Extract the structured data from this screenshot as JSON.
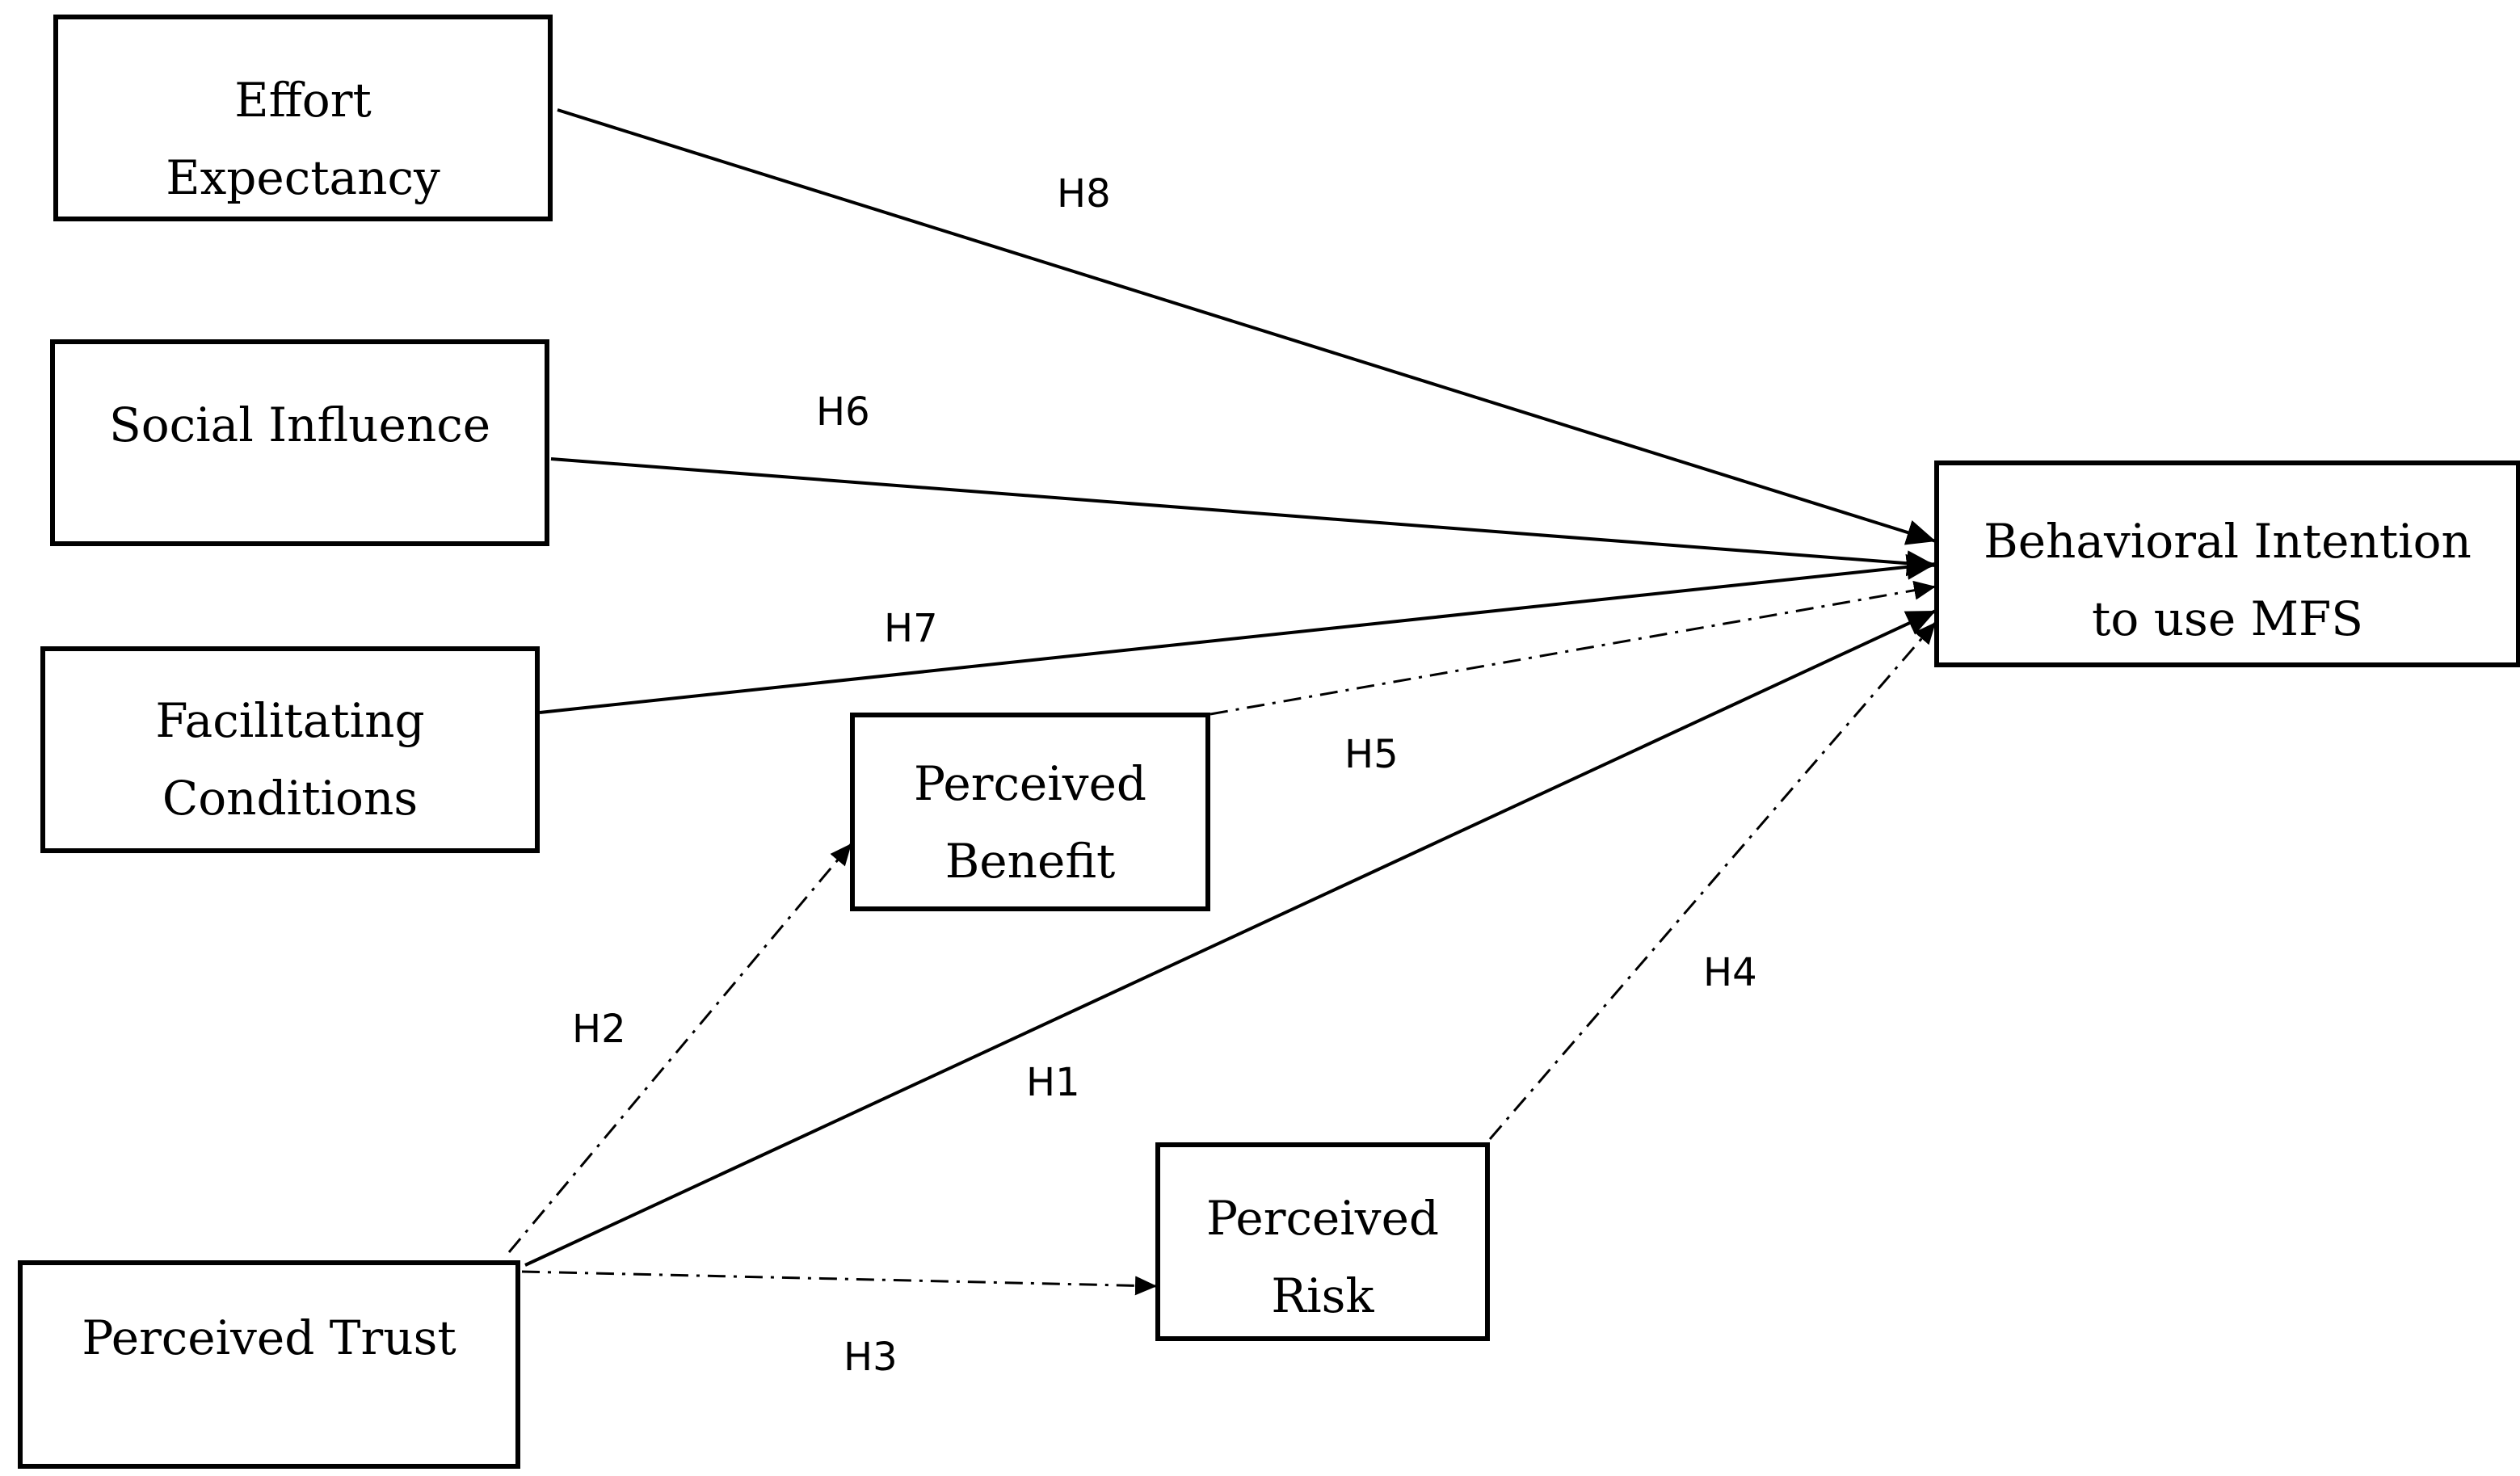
{
  "nodes": {
    "effort": [
      "Effort",
      "Expectancy"
    ],
    "social": [
      "Social Influence"
    ],
    "facilitating": [
      "Facilitating",
      "Conditions"
    ],
    "benefit": [
      "Perceived",
      "Benefit"
    ],
    "trust": [
      "Perceived Trust"
    ],
    "risk": [
      "Perceived",
      "Risk"
    ],
    "intention": [
      "Behavioral Intention",
      "to use MFS"
    ]
  },
  "hypotheses": {
    "h1": "H1",
    "h2": "H2",
    "h3": "H3",
    "h4": "H4",
    "h5": "H5",
    "h6": "H6",
    "h7": "H7",
    "h8": "H8"
  },
  "edges": [
    {
      "id": "h8",
      "from": "effort",
      "to": "intention",
      "style": "solid"
    },
    {
      "id": "h6",
      "from": "social",
      "to": "intention",
      "style": "solid"
    },
    {
      "id": "h7",
      "from": "facilitating",
      "to": "intention",
      "style": "solid"
    },
    {
      "id": "h5",
      "from": "benefit",
      "to": "intention",
      "style": "dashdot"
    },
    {
      "id": "h1",
      "from": "trust",
      "to": "intention",
      "style": "solid"
    },
    {
      "id": "h4",
      "from": "risk",
      "to": "intention",
      "style": "dashdot"
    },
    {
      "id": "h2",
      "from": "trust",
      "to": "benefit",
      "style": "dashdot"
    },
    {
      "id": "h3",
      "from": "trust",
      "to": "risk",
      "style": "dashdot"
    }
  ]
}
